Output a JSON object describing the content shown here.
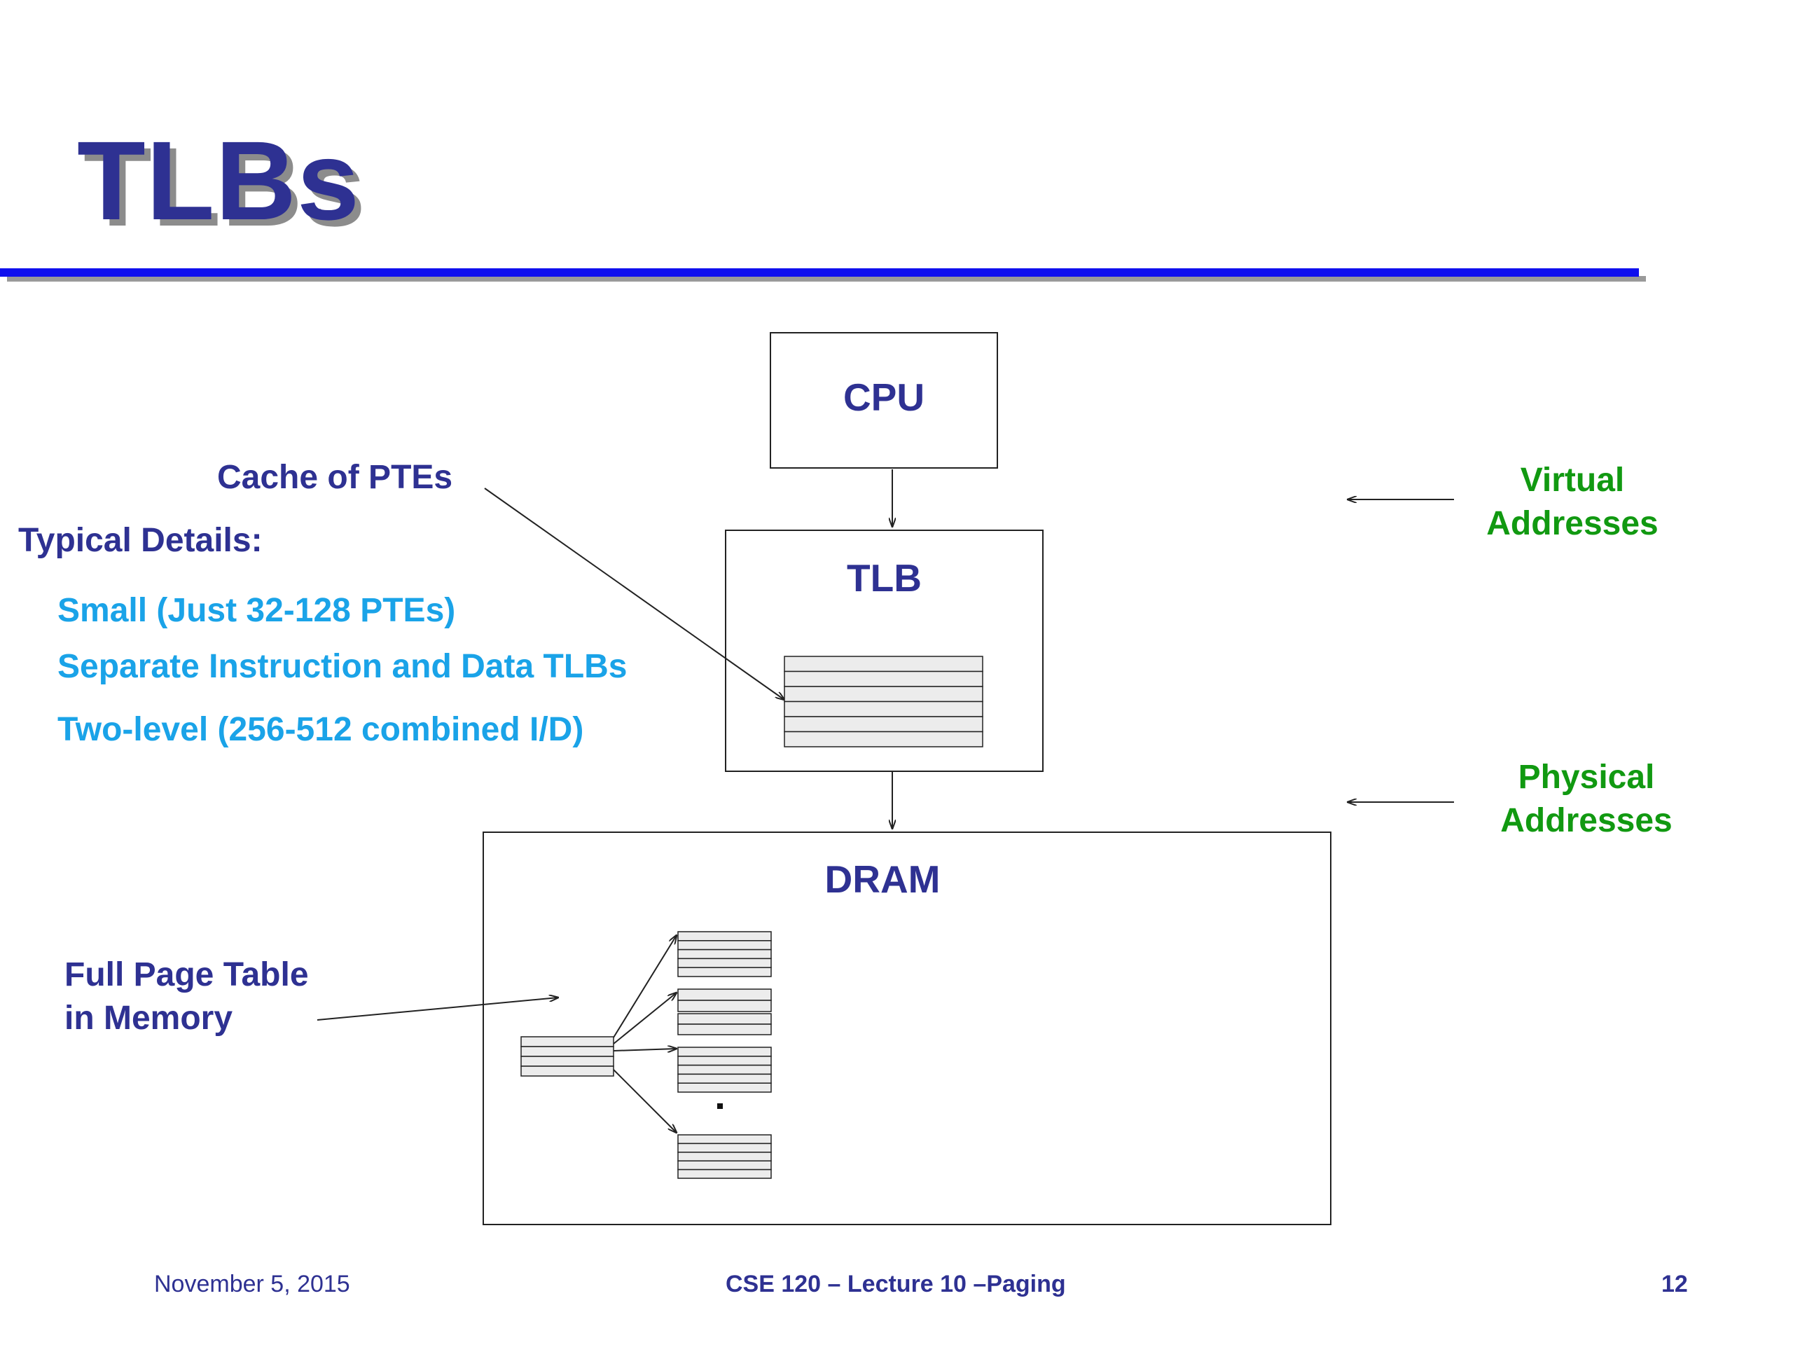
{
  "slide": {
    "title": "TLBs",
    "boxes": {
      "cpu": "CPU",
      "tlb": "TLB",
      "dram": "DRAM"
    },
    "labels": {
      "cache_of_ptes": "Cache of PTEs",
      "typical_details": "Typical Details:",
      "details": [
        "Small (Just 32-128 PTEs)",
        "Separate Instruction and Data TLBs",
        "Two-level (256-512 combined I/D)"
      ],
      "full_page_table": [
        "Full Page Table",
        "in Memory"
      ],
      "virtual_addresses": [
        "Virtual",
        "Addresses"
      ],
      "physical_addresses": [
        "Physical",
        "Addresses"
      ]
    },
    "footer": {
      "date": "November 5, 2015",
      "course": "CSE 120 – Lecture 10 –Paging",
      "page": "12"
    },
    "colors": {
      "title": "#2e3192",
      "rule": "#1010ee",
      "navy_text": "#2e3192",
      "cyan_text": "#1aa3e8",
      "green_text": "#119911"
    }
  }
}
